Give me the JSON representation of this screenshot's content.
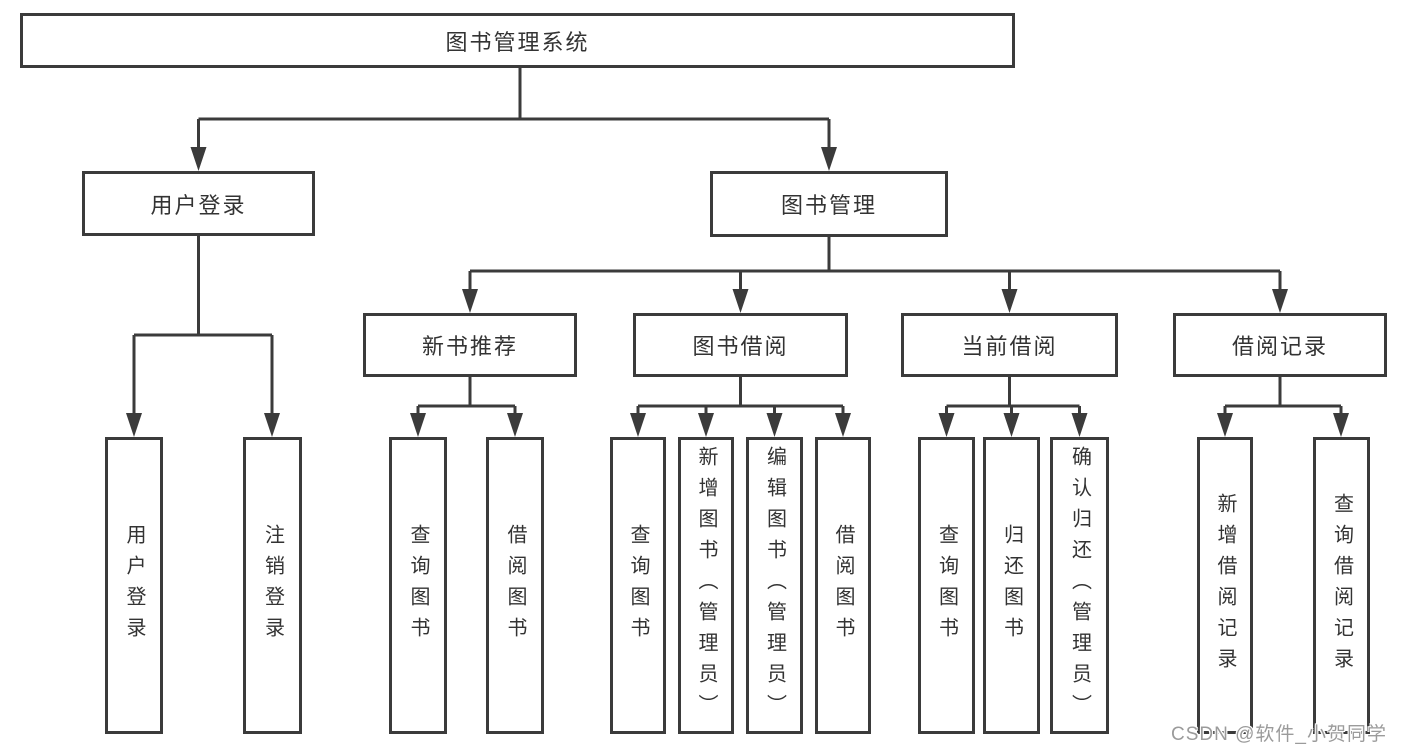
{
  "diagram": {
    "title": "图书管理系统",
    "nodes": {
      "root": "图书管理系统",
      "user_login": "用户登录",
      "book_mgmt": "图书管理",
      "new_book_rec": "新书推荐",
      "book_borrow": "图书借阅",
      "current_borrow": "当前借阅",
      "borrow_record": "借阅记录",
      "login_user_login": "用户登录",
      "login_logout": "注销登录",
      "rec_query_book": "查询图书",
      "rec_borrow_book": "借阅图书",
      "bb_query_book": "查询图书",
      "bb_add_book_admin": "新增图书（管理员）",
      "bb_edit_book_admin": "编辑图书（管理员）",
      "bb_borrow_book": "借阅图书",
      "cb_query_book": "查询图书",
      "cb_return_book": "归还图书",
      "cb_confirm_return_admin": "确认归还（管理员）",
      "br_add_record": "新增借阅记录",
      "br_query_record": "查询借阅记录"
    },
    "hierarchy": {
      "图书管理系统": [
        "用户登录",
        "图书管理"
      ],
      "用户登录": [
        "用户登录",
        "注销登录"
      ],
      "图书管理": [
        "新书推荐",
        "图书借阅",
        "当前借阅",
        "借阅记录"
      ],
      "新书推荐": [
        "查询图书",
        "借阅图书"
      ],
      "图书借阅": [
        "查询图书",
        "新增图书（管理员）",
        "编辑图书（管理员）",
        "借阅图书"
      ],
      "当前借阅": [
        "查询图书",
        "归还图书",
        "确认归还（管理员）"
      ],
      "借阅记录": [
        "新增借阅记录",
        "查询借阅记录"
      ]
    },
    "watermark": "CSDN @软件_小贺同学",
    "colors": {
      "background": "#ffffff",
      "line": "#3b3b3b",
      "box_border": "#3b3b3b",
      "text": "#333333",
      "watermark": "#9b9b9b"
    }
  }
}
